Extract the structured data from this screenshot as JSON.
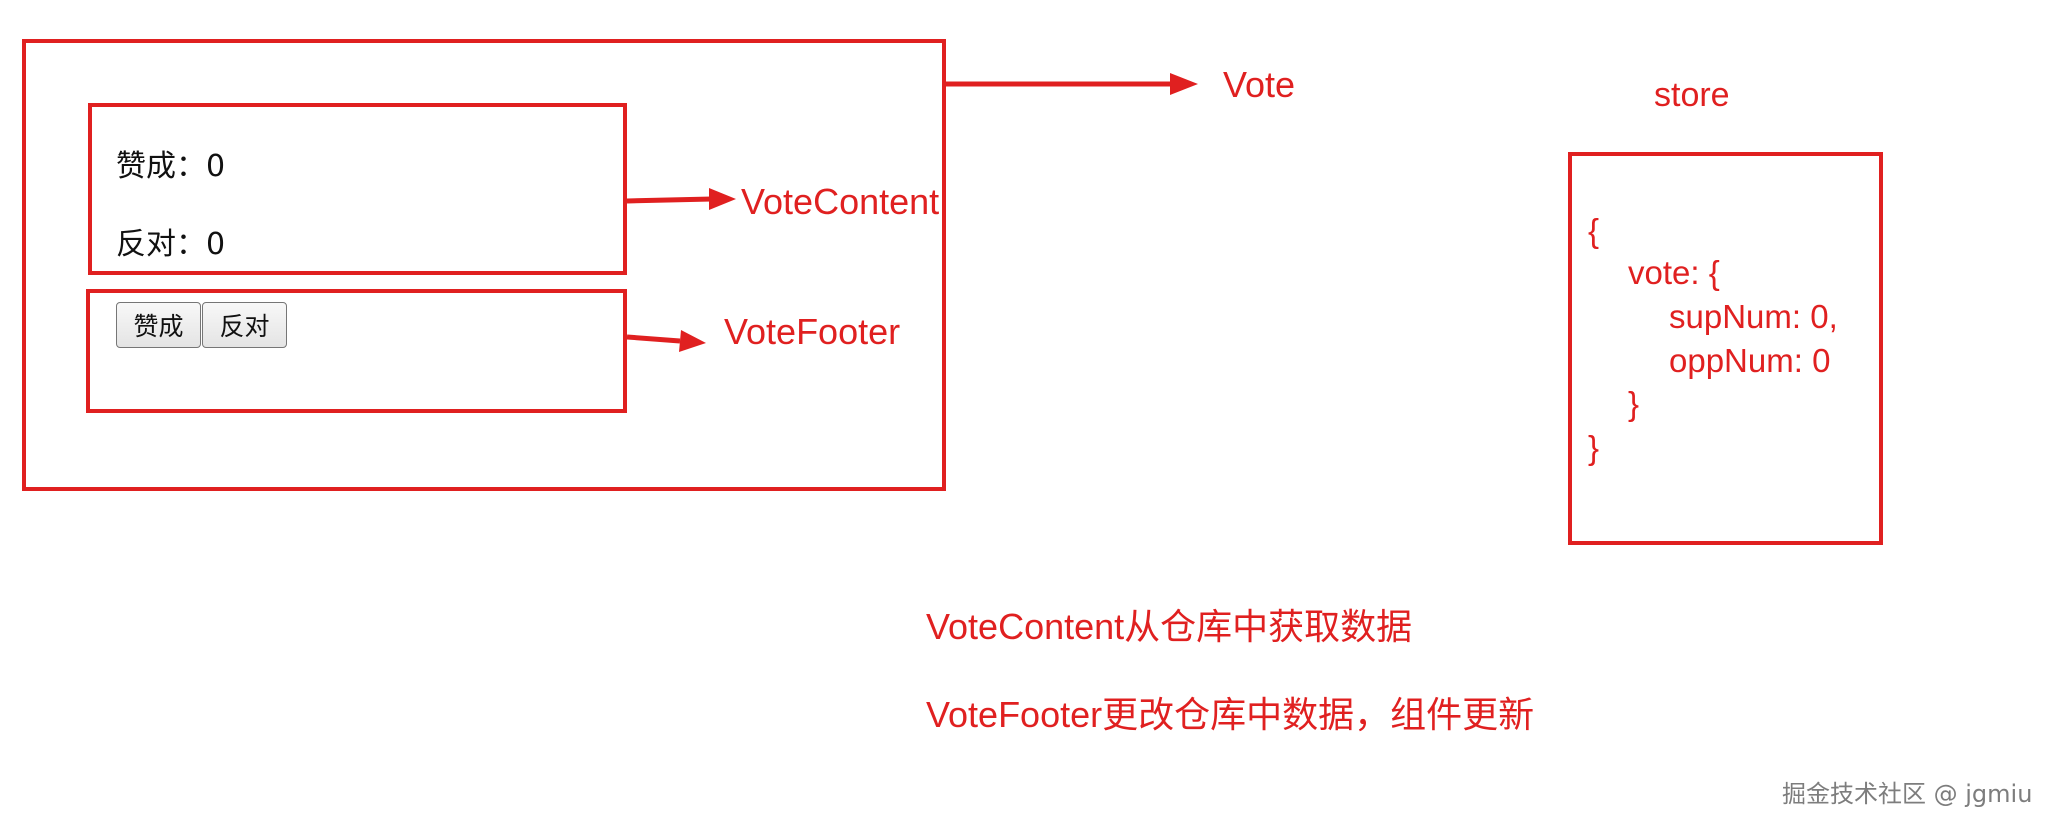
{
  "components": {
    "vote": {
      "label": "Vote"
    },
    "vote_content": {
      "label": "VoteContent",
      "support_row": "赞成：0",
      "oppose_row": "反对：0"
    },
    "vote_footer": {
      "label": "VoteFooter",
      "support_button": "赞成",
      "oppose_button": "反对"
    }
  },
  "store": {
    "title": "store",
    "code_lines": [
      "{",
      "vote: {",
      "supNum: 0,",
      "oppNum: 0",
      "}",
      "}"
    ]
  },
  "notes": {
    "line1": "VoteContent从仓库中获取数据",
    "line2": "VoteFooter更改仓库中数据，组件更新"
  },
  "watermark": "掘金技术社区 @ jgmiu",
  "colors": {
    "accent": "#e02020",
    "text": "#111111",
    "watermark": "#7d7d7d"
  }
}
